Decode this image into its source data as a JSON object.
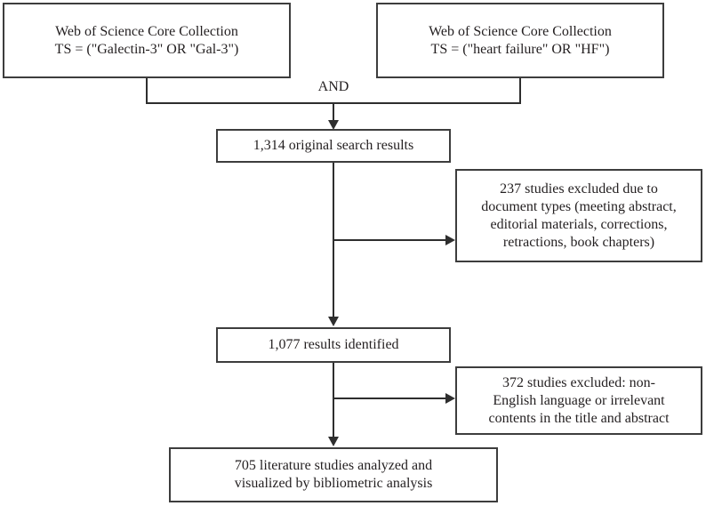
{
  "diagram": {
    "operator_label": "AND",
    "boxes": {
      "source_left": "Web of Science Core Collection\nTS = (\"Galectin-3\" OR \"Gal-3\")",
      "source_right": "Web of Science Core Collection\nTS = (\"heart failure\" OR \"HF\")",
      "results_initial": "1,314 original search results",
      "excluded_doc_types": "237 studies excluded due to\ndocument types (meeting abstract,\neditorial materials, corrections,\nretractions, book chapters)",
      "results_identified": "1,077 results identified",
      "excluded_language": "372 studies excluded: non-\nEnglish language or irrelevant\ncontents in the title and abstract",
      "final_analyzed": "705 literature studies analyzed and\nvisualized by bibliometric analysis"
    },
    "colors": {
      "ink": "#2e2e2e",
      "box_border": "#3d3d3d",
      "background": "#ffffff"
    }
  }
}
